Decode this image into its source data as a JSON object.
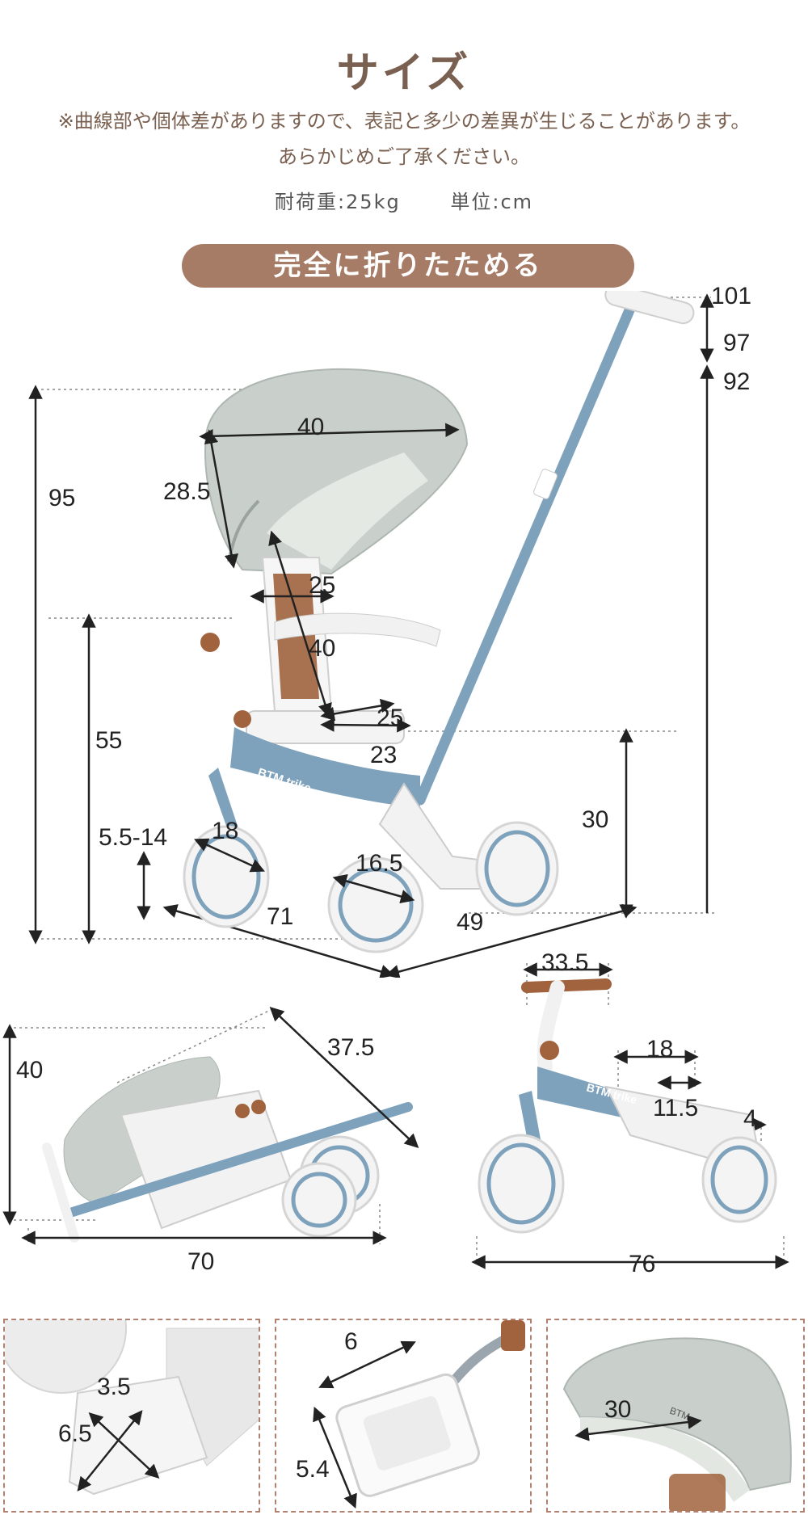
{
  "header": {
    "title": "サイズ",
    "note_line1": "※曲線部や個体差がありますので、表記と多少の差異が生じることがあります。",
    "note_line2": "あらかじめご了承ください。",
    "load_capacity": "耐荷重:25kg",
    "unit": "単位:cm"
  },
  "section_pill": {
    "label": "完全に折りたためる"
  },
  "main_figure": {
    "handle_top": "101",
    "handle_mid": "97",
    "handle_low": "92",
    "canopy_width": "40",
    "canopy_depth": "28.5",
    "total_height": "95",
    "seat_width": "25",
    "backrest_height": "40",
    "seat_depth": "25",
    "seat_depth_inner": "23",
    "seat_height": "55",
    "footrest_height": "30",
    "footrest_range": "5.5-14",
    "front_wheel": "18",
    "rear_wheel": "16.5",
    "length": "71",
    "width": "49",
    "brand": "BTM trike"
  },
  "folded_figure": {
    "height": "40",
    "diagonal": "37.5",
    "length": "70"
  },
  "balance_figure": {
    "handle_width": "33.5",
    "seat_length": "18",
    "seat_width": "11.5",
    "rear_gap": "4",
    "length": "76",
    "brand": "BTM trike"
  },
  "detail_boxes": {
    "footboard_w": "3.5",
    "footboard_l": "6.5",
    "pedal_w": "6",
    "pedal_h": "5.4",
    "canopy_w": "30",
    "canopy_brand": "BTM"
  },
  "colors": {
    "accent_brown": "#a77c66",
    "frame_blue": "#7fa2bc",
    "canopy_gray": "#c9d0cc",
    "leather_brown": "#a0633d"
  }
}
